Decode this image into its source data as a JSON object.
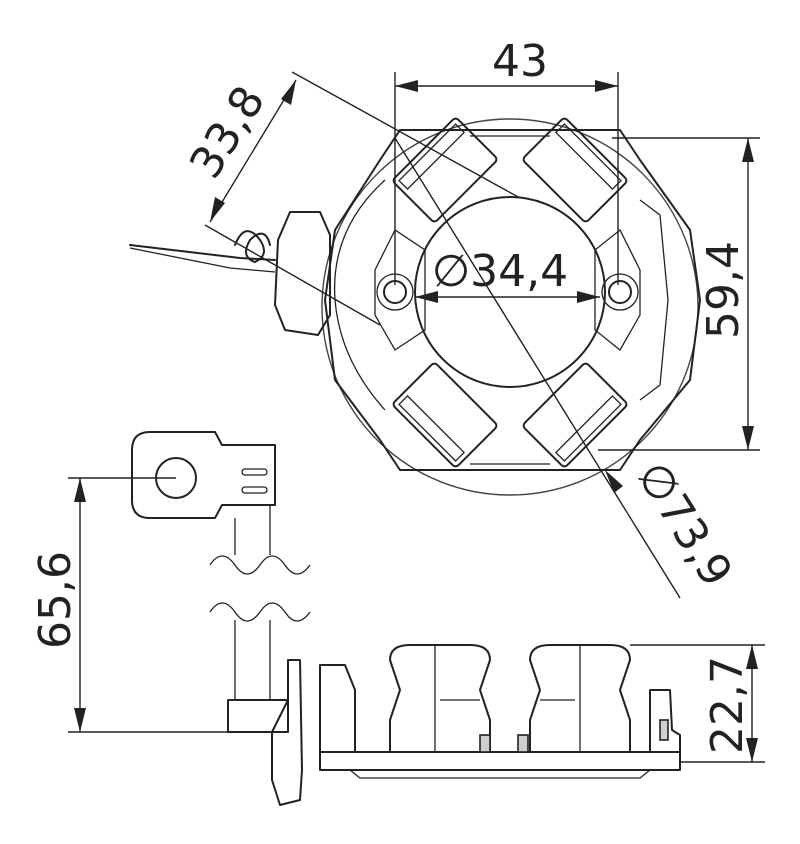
{
  "dimensions": {
    "width_top": "43",
    "brush_offset": "33,8",
    "inner_bore": "∅34,4",
    "height_side": "59,4",
    "outer_diameter": "∅73,9",
    "terminal_length": "65,6",
    "body_height": "22,7"
  },
  "colors": {
    "line": "#222222",
    "shade": "#cfcfcf",
    "background": "#ffffff"
  }
}
